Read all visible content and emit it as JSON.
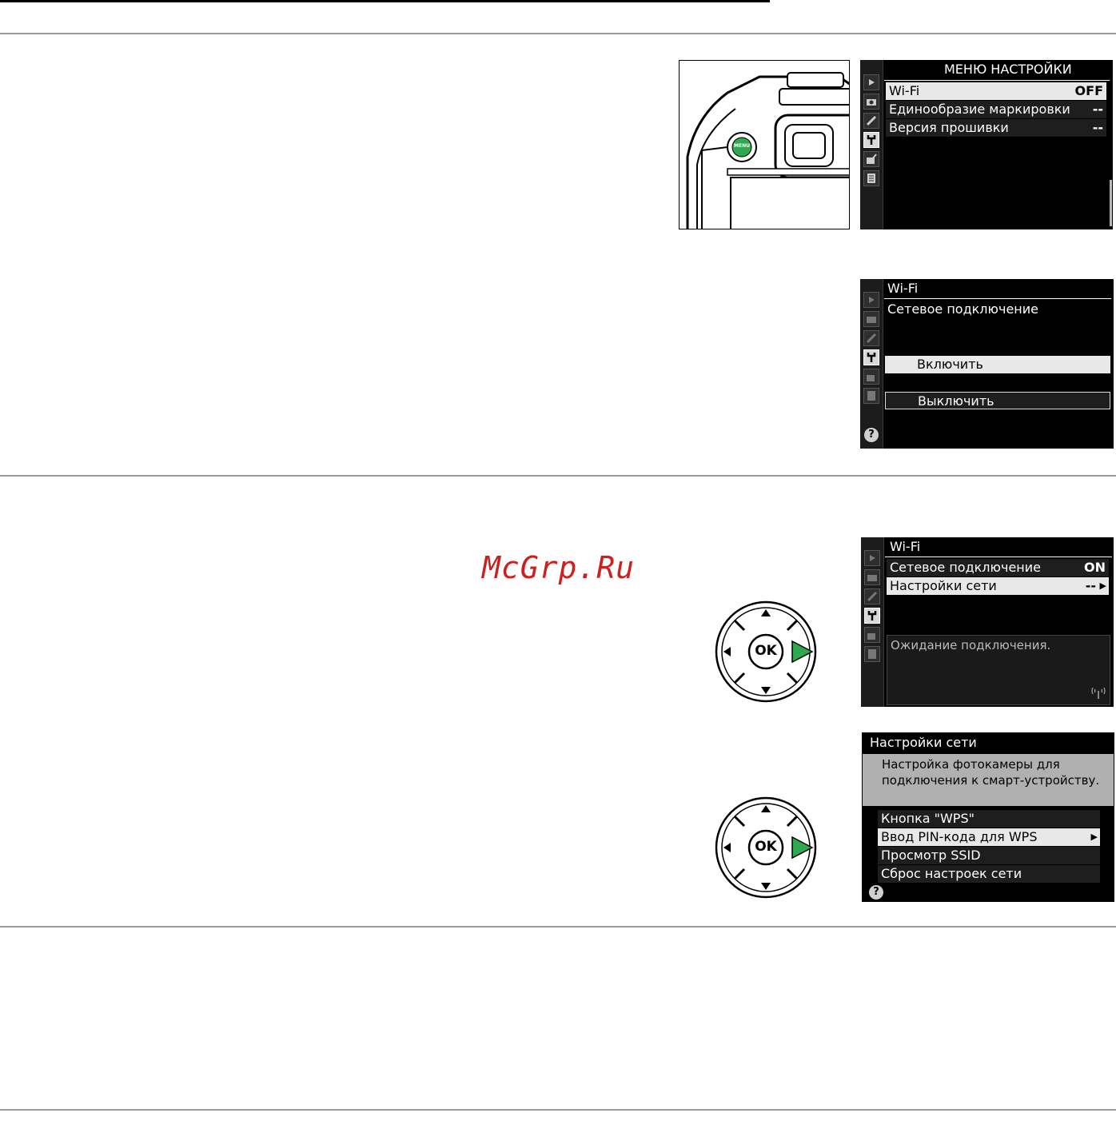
{
  "watermark": "McGrp.Ru",
  "screen1": {
    "title": "МЕНЮ НАСТРОЙКИ",
    "items": [
      {
        "label": "Wi-Fi",
        "value": "OFF"
      },
      {
        "label": "Единообразие маркировки",
        "value": "--"
      },
      {
        "label": "Версия прошивки",
        "value": "--"
      }
    ]
  },
  "camera_illustration": {
    "button_label": "MENU"
  },
  "screen2": {
    "title": "Wi-Fi",
    "subtitle": "Сетевое подключение",
    "options": [
      "Включить",
      "Выключить"
    ],
    "help": "?"
  },
  "screen3": {
    "title": "Wi-Fi",
    "items": [
      {
        "label": "Сетевое подключение",
        "value": "ON"
      },
      {
        "label": "Настройки сети",
        "value": "--"
      }
    ],
    "status": "Ожидание подключения."
  },
  "screen4": {
    "title": "Настройки сети",
    "description_line1": "Настройка фотокамеры для",
    "description_line2": "подключения к смарт-устройству.",
    "items": [
      "Кнопка \"WPS\"",
      "Ввод PIN-кода для WPS",
      "Просмотр SSID",
      "Сброс настроек сети"
    ],
    "help": "?"
  },
  "dpad": {
    "center_label": "OK",
    "accent_color": "#2fa84f"
  }
}
